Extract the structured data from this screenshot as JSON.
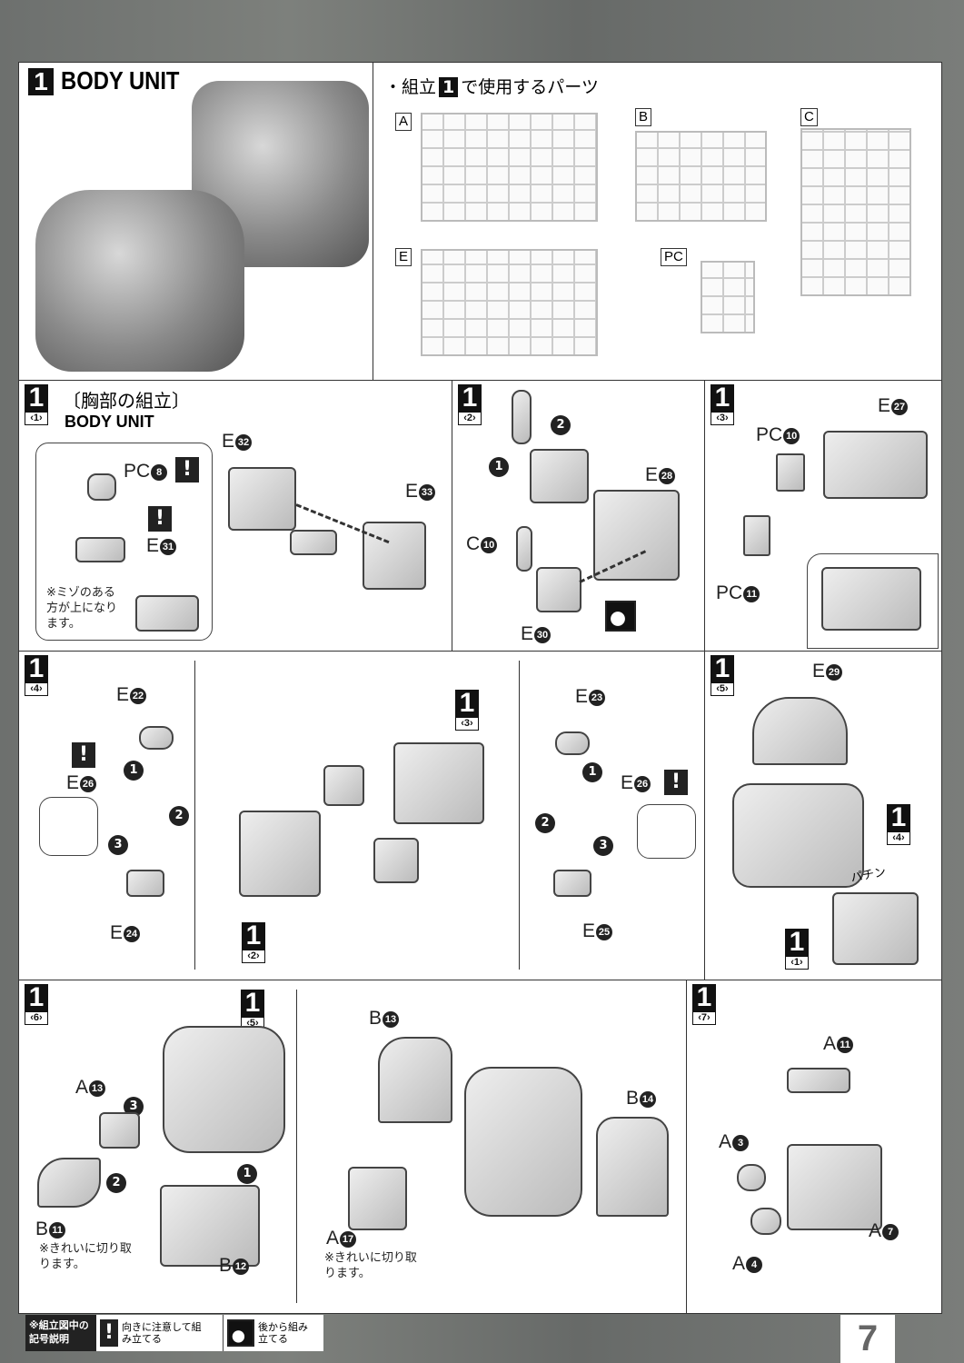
{
  "header": {
    "step": "1",
    "title": "BODY UNIT"
  },
  "parts_used": {
    "title_prefix": "・組立",
    "title_step": "1",
    "title_suffix": "で使用するパーツ",
    "runners": [
      "A",
      "B",
      "C",
      "E",
      "PC"
    ]
  },
  "panels": {
    "p1": {
      "step": "1",
      "sub": "‹1›",
      "title_jp": "〔胸部の組立〕",
      "title_en": "BODY UNIT",
      "note": "※ミゾのある方が上になります。",
      "labels": [
        {
          "l": "E",
          "n": "32"
        },
        {
          "l": "E",
          "n": "33"
        },
        {
          "l": "PC",
          "n": "8"
        },
        {
          "l": "E",
          "n": "31"
        }
      ]
    },
    "p2": {
      "step": "1",
      "sub": "‹2›",
      "labels": [
        {
          "l": "E",
          "n": "28"
        },
        {
          "l": "C",
          "n": "10"
        },
        {
          "l": "E",
          "n": "30"
        }
      ],
      "order": [
        "1",
        "2"
      ]
    },
    "p3": {
      "step": "1",
      "sub": "‹3›",
      "labels": [
        {
          "l": "E",
          "n": "27"
        },
        {
          "l": "PC",
          "n": "10"
        },
        {
          "l": "PC",
          "n": "11"
        }
      ]
    },
    "p4": {
      "step": "1",
      "sub": "‹4›",
      "labels": [
        {
          "l": "E",
          "n": "22"
        },
        {
          "l": "E",
          "n": "26"
        },
        {
          "l": "E",
          "n": "24"
        },
        {
          "l": "E",
          "n": "23"
        },
        {
          "l": "E",
          "n": "26"
        },
        {
          "l": "E",
          "n": "25"
        }
      ],
      "order": [
        "1",
        "2",
        "3"
      ],
      "refs": [
        {
          "step": "1",
          "sub": "‹3›"
        },
        {
          "step": "1",
          "sub": "‹2›"
        }
      ]
    },
    "p5": {
      "step": "1",
      "sub": "‹5›",
      "labels": [
        {
          "l": "E",
          "n": "29"
        }
      ],
      "sound": "パチン",
      "refs": [
        {
          "step": "1",
          "sub": "‹4›"
        },
        {
          "step": "1",
          "sub": "‹1›"
        }
      ]
    },
    "p6": {
      "step": "1",
      "sub": "‹6›",
      "labels": [
        {
          "l": "A",
          "n": "13"
        },
        {
          "l": "B",
          "n": "11"
        },
        {
          "l": "B",
          "n": "12"
        },
        {
          "l": "B",
          "n": "13"
        },
        {
          "l": "B",
          "n": "14"
        },
        {
          "l": "A",
          "n": "17"
        }
      ],
      "order": [
        "1",
        "2",
        "3"
      ],
      "note": "※きれいに切り取ります。",
      "refs": [
        {
          "step": "1",
          "sub": "‹5›"
        }
      ]
    },
    "p7": {
      "step": "1",
      "sub": "‹7›",
      "labels": [
        {
          "l": "A",
          "n": "11"
        },
        {
          "l": "A",
          "n": "3"
        },
        {
          "l": "A",
          "n": "7"
        },
        {
          "l": "A",
          "n": "4"
        }
      ]
    }
  },
  "legend": {
    "title": "※組立図中の記号説明",
    "warn_icon": "!",
    "warn_text": "向きに注意して組み立てる",
    "later_text": "後から組み立てる"
  },
  "page_number": "7"
}
